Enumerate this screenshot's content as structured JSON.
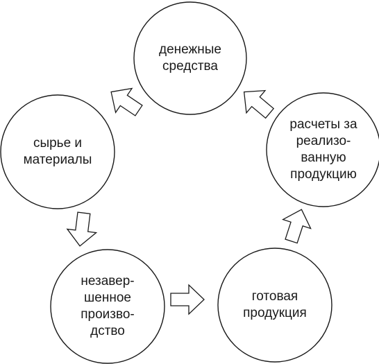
{
  "diagram": {
    "nodes": [
      {
        "id": "money",
        "lines": [
          "денежные",
          "средства"
        ]
      },
      {
        "id": "raw",
        "lines": [
          "сырье и",
          "материалы"
        ]
      },
      {
        "id": "wip",
        "lines": [
          "незавер-",
          "шенное",
          "произво-",
          "дство"
        ]
      },
      {
        "id": "finished",
        "lines": [
          "готовая",
          "продукция"
        ]
      },
      {
        "id": "settlements",
        "lines": [
          "расчеты за",
          "реализо-",
          "ванную",
          "продукцию"
        ]
      }
    ],
    "arrows": [
      {
        "from": "money",
        "to": "raw"
      },
      {
        "from": "raw",
        "to": "wip"
      },
      {
        "from": "wip",
        "to": "finished"
      },
      {
        "from": "finished",
        "to": "settlements"
      },
      {
        "from": "settlements",
        "to": "money"
      }
    ],
    "colors": {
      "stroke": "#1a1a1a",
      "fill": "#ffffff",
      "background": "#ffffff"
    }
  }
}
